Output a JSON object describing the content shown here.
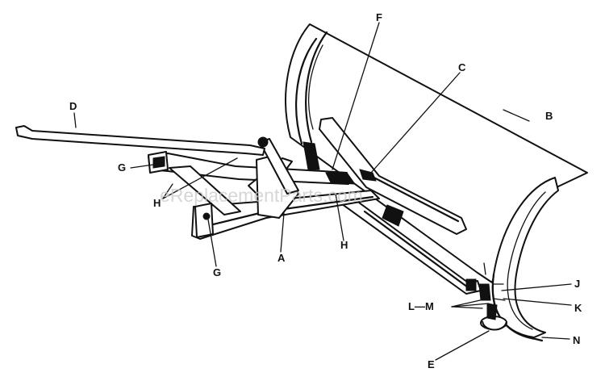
{
  "watermark": "eReplacementParts.com",
  "labels": {
    "A": "A",
    "B": "B",
    "C": "C",
    "D": "D",
    "E": "E",
    "F": "F",
    "G1": "G",
    "G2": "G",
    "H1": "H",
    "H2": "H",
    "J": "J",
    "K": "K",
    "LM": "L—M",
    "N": "N"
  }
}
